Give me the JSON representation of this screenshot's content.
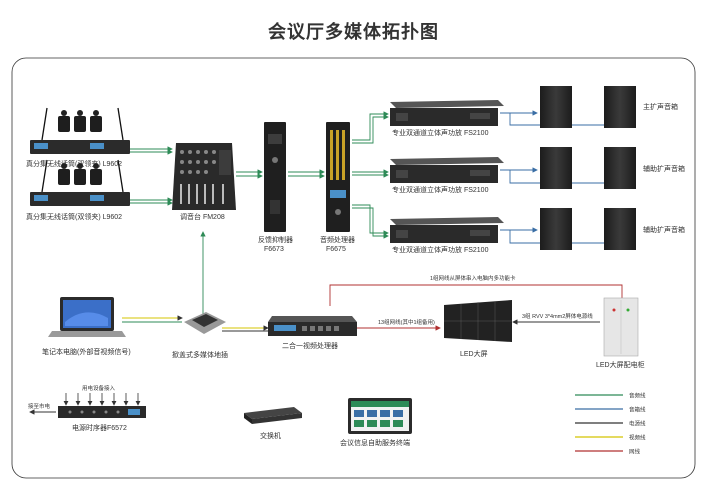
{
  "title": "会议厅多媒体拓扑图",
  "devices": {
    "mic1": "真分集无线话筒(双领夹) L9602",
    "mic2": "真分集无线话筒(双领夹) L9602",
    "mixer": "调音台 FM208",
    "feedback": [
      "反馈抑制器",
      "F6673"
    ],
    "processor": [
      "音频处理器",
      "F6675"
    ],
    "amp1": "专业双通道立体声功放 FS2100",
    "amp2": "专业双通道立体声功放 FS2100",
    "amp3": "专业双通道立体声功放 FS2100",
    "spk1": "主扩声音箱",
    "spk2": "辅助扩声音箱",
    "spk3": "辅助扩声音箱",
    "laptop": "笔记本电脑(外部音视频信号)",
    "floorbox": "掀盖式多媒体地插",
    "video_proc": "二合一视频处理器",
    "led_screen": "LED大屏",
    "led_cabinet": "LED大屏配电柜",
    "power_seq": "电源时序器F6572",
    "switch": "交换机",
    "terminal": "会议信息自助服务终端"
  },
  "annotations": {
    "network_top": "1组网线从屏体串入电脑内多功能卡",
    "network_mid": "13组网线(其中1组备用)",
    "power_cable": "3组 RVV 3*4mm2屏体电源线",
    "power_in": "用电设备接入",
    "mains": "接至市电"
  },
  "legend": [
    {
      "label": "音频线",
      "color": "#2e8b57"
    },
    {
      "label": "音箱线",
      "color": "#3a6ea5"
    },
    {
      "label": "电源线",
      "color": "#333333"
    },
    {
      "label": "视频线",
      "color": "#d4c400"
    },
    {
      "label": "网线",
      "color": "#b03030"
    }
  ],
  "colors": {
    "audio": "#2e8b57",
    "speaker": "#3a6ea5",
    "power": "#333333",
    "video": "#d4c400",
    "network": "#b03030"
  }
}
